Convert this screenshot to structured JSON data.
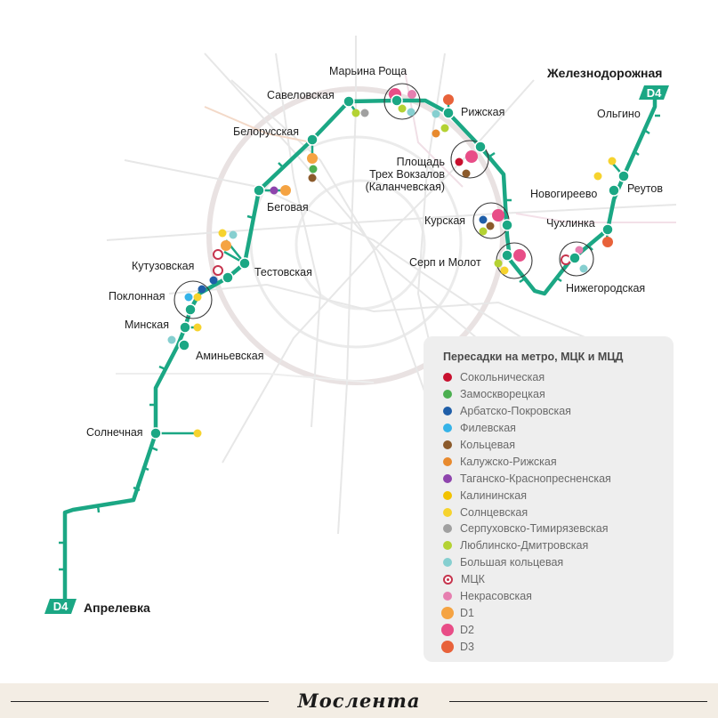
{
  "route": {
    "badge": "D4",
    "terminus_start": "Апрелевка",
    "terminus_end": "Железнодорожная"
  },
  "stations": [
    {
      "id": "zheleznodorozhnaya",
      "name": "Железнодорожная"
    },
    {
      "id": "olgino",
      "name": "Ольгино"
    },
    {
      "id": "reutov",
      "name": "Реутов"
    },
    {
      "id": "novogireevo",
      "name": "Новогиреево"
    },
    {
      "id": "chukhlinka",
      "name": "Чухлинка"
    },
    {
      "id": "nizhegorodskaya",
      "name": "Нижегородская"
    },
    {
      "id": "serp-i-molot",
      "name": "Серп и Молот"
    },
    {
      "id": "kurskaya",
      "name": "Курская"
    },
    {
      "id": "ploshchad-line1",
      "name": "Площадь"
    },
    {
      "id": "ploshchad-line2",
      "name": "Трех Вокзалов"
    },
    {
      "id": "ploshchad-line3",
      "name": "(Каланчевская)"
    },
    {
      "id": "rizhskaya",
      "name": "Рижская"
    },
    {
      "id": "marina-roshcha",
      "name": "Марьина Роща"
    },
    {
      "id": "savelovskaya",
      "name": "Савеловская"
    },
    {
      "id": "belorusskaya",
      "name": "Белорусская"
    },
    {
      "id": "begovaya",
      "name": "Беговая"
    },
    {
      "id": "testovskaya",
      "name": "Тестовская"
    },
    {
      "id": "kutuzovskaya",
      "name": "Кутузовская"
    },
    {
      "id": "poklonnaya",
      "name": "Поклонная"
    },
    {
      "id": "minskaya",
      "name": "Минская"
    },
    {
      "id": "aminevskaya",
      "name": "Аминьевская"
    },
    {
      "id": "solnechnaya",
      "name": "Солнечная"
    },
    {
      "id": "aprelevka",
      "name": "Апрелевка"
    }
  ],
  "legend": {
    "title": "Пересадки на метро, МЦК и МЦД",
    "items": [
      {
        "label": "Сокольническая",
        "color": "#c8102e",
        "kind": "dot"
      },
      {
        "label": "Замоскворецкая",
        "color": "#4caf50",
        "kind": "dot"
      },
      {
        "label": "Арбатско-Покровская",
        "color": "#1f5ea8",
        "kind": "dot"
      },
      {
        "label": "Филевская",
        "color": "#35b3e8",
        "kind": "dot"
      },
      {
        "label": "Кольцевая",
        "color": "#8b5a2b",
        "kind": "dot"
      },
      {
        "label": "Калужско-Рижская",
        "color": "#e88a2e",
        "kind": "dot"
      },
      {
        "label": "Таганско-Краснопресненская",
        "color": "#8e44ad",
        "kind": "dot"
      },
      {
        "label": "Калининская",
        "color": "#f2c200",
        "kind": "dot"
      },
      {
        "label": "Солнцевская",
        "color": "#f6d32e",
        "kind": "dot"
      },
      {
        "label": "Серпуховско-Тимирязевская",
        "color": "#a0a0a0",
        "kind": "dot"
      },
      {
        "label": "Люблинско-Дмитровская",
        "color": "#b4d233",
        "kind": "dot"
      },
      {
        "label": "Большая кольцевая",
        "color": "#86cfd0",
        "kind": "dot"
      },
      {
        "label": "МЦК",
        "color": "#c6344d",
        "kind": "mck"
      },
      {
        "label": "Некрасовская",
        "color": "#e67fb0",
        "kind": "dot"
      },
      {
        "label": "D1",
        "color": "#f5a342",
        "kind": "big"
      },
      {
        "label": "D2",
        "color": "#e84d87",
        "kind": "big"
      },
      {
        "label": "D3",
        "color": "#e8623a",
        "kind": "big"
      }
    ]
  },
  "colors": {
    "route": "#1ba784",
    "background_lines": "#e6e6e6",
    "station_node": "#1ba784"
  },
  "footer": {
    "brand": "Мослента"
  }
}
